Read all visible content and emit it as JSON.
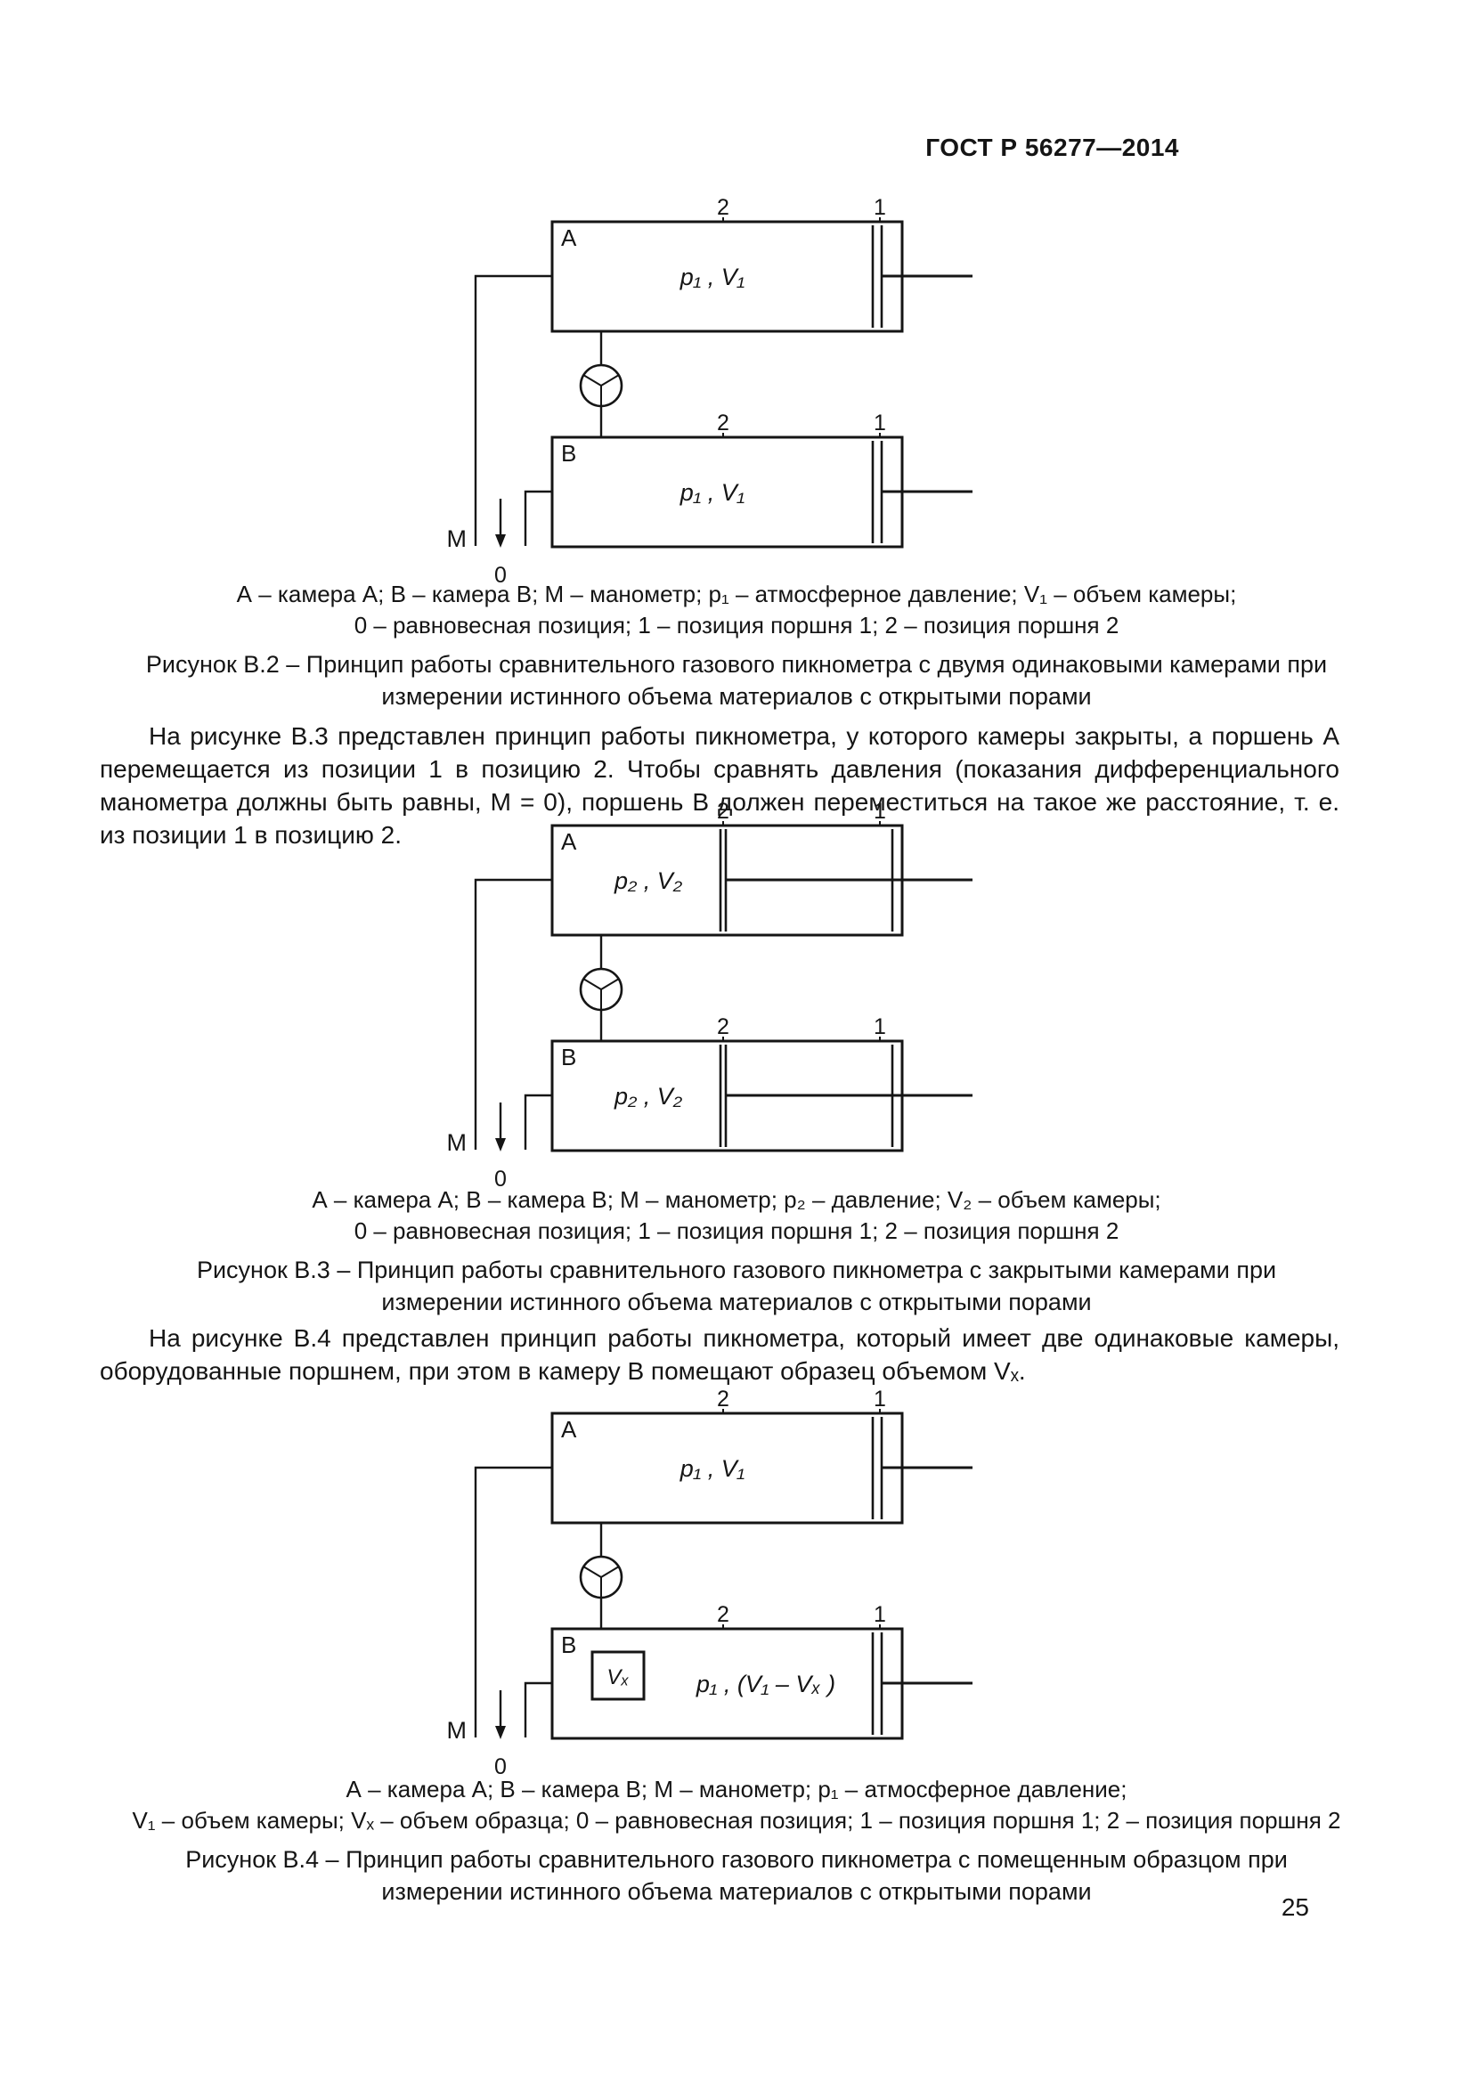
{
  "header": {
    "standard_code": "ГОСТ Р 56277—2014"
  },
  "footer": {
    "page_number": "25"
  },
  "paragraphs": {
    "before_b3": "На рисунке В.3 представлен принцип работы пикнометра, у которого камеры закрыты, а поршень А перемещается из позиции 1 в позицию 2. Чтобы сравнять давления (показания дифференциального манометра должны быть равны, М = 0), поршень В должен переместиться на такое же расстояние, т. е. из позиции 1 в позицию 2.",
    "before_b4": "На рисунке В.4 представлен принцип работы пикнометра, который имеет две одинаковые камеры, оборудованные поршнем, при этом в камеру В помещают образец объемом Vₓ."
  },
  "figures": {
    "b2": {
      "diagram": {
        "chamber_a_label": "A",
        "chamber_b_label": "B",
        "chamber_a_content": "p₁ , V₁",
        "chamber_b_content": "p₁ , V₁",
        "piston_pos_2": "2",
        "piston_pos_1": "1",
        "manometer_label": "M",
        "equilibrium_label": "0"
      },
      "caption_line_1": "А – камера А; В – камера В; М – манометр; p₁ – атмосферное давление; V₁ – объем камеры;",
      "caption_line_2": "0 – равновесная позиция; 1 – позиция поршня 1; 2 – позиция поршня 2",
      "title": "Рисунок В.2 – Принцип работы сравнительного газового пикнометра с двумя одинаковыми камерами при измерении истинного объема материалов с открытыми порами"
    },
    "b3": {
      "diagram": {
        "chamber_a_label": "A",
        "chamber_b_label": "B",
        "chamber_a_content": "p₂ , V₂",
        "chamber_b_content": "p₂ , V₂",
        "piston_pos_2": "2",
        "piston_pos_1": "1",
        "manometer_label": "M",
        "equilibrium_label": "0"
      },
      "caption_line_1": "А – камера А; В – камера В; М – манометр; p₂ – давление; V₂ – объем камеры;",
      "caption_line_2": "0 – равновесная позиция; 1 – позиция поршня 1; 2 – позиция поршня 2",
      "title": "Рисунок В.3 – Принцип работы сравнительного газового пикнометра с закрытыми камерами при измерении истинного объема материалов с открытыми порами"
    },
    "b4": {
      "diagram": {
        "chamber_a_label": "A",
        "chamber_b_label": "B",
        "chamber_a_content": "p₁ , V₁",
        "chamber_b_content": "p₁ , (V₁ – Vₓ )",
        "sample_label": "Vₓ",
        "piston_pos_2": "2",
        "piston_pos_1": "1",
        "manometer_label": "M",
        "equilibrium_label": "0"
      },
      "caption_line_1": "А – камера А; В – камера В; М – манометр; p₁ – атмосферное давление;",
      "caption_line_2": "V₁ – объем камеры; Vₓ – объем образца; 0 – равновесная позиция; 1 – позиция поршня 1; 2 – позиция поршня 2",
      "title": "Рисунок В.4 – Принцип работы сравнительного газового пикнометра с помещенным образцом при измерении истинного объема материалов с открытыми порами"
    }
  }
}
